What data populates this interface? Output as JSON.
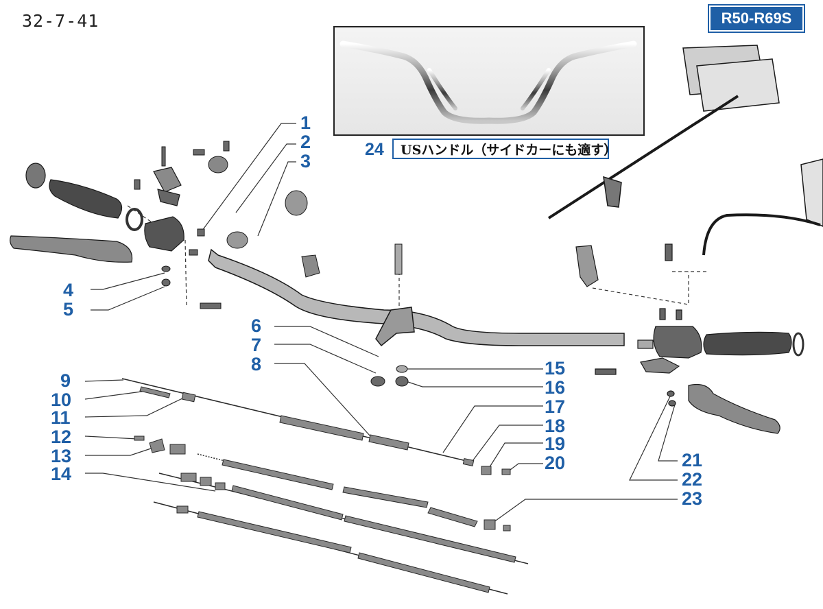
{
  "page_code": "32-7-41",
  "model_badge": "R50-R69S",
  "photo_caption": {
    "number": "24",
    "text": "USハンドル（サイドカーにも適す）"
  },
  "callouts": [
    "1",
    "2",
    "3",
    "4",
    "5",
    "6",
    "7",
    "8",
    "9",
    "10",
    "11",
    "12",
    "13",
    "14",
    "15",
    "16",
    "17",
    "18",
    "19",
    "20",
    "21",
    "22",
    "23"
  ],
  "colors": {
    "accent": "#1f5fa6",
    "badge_text": "#ffffff",
    "drawing": "#2a2a2a"
  }
}
